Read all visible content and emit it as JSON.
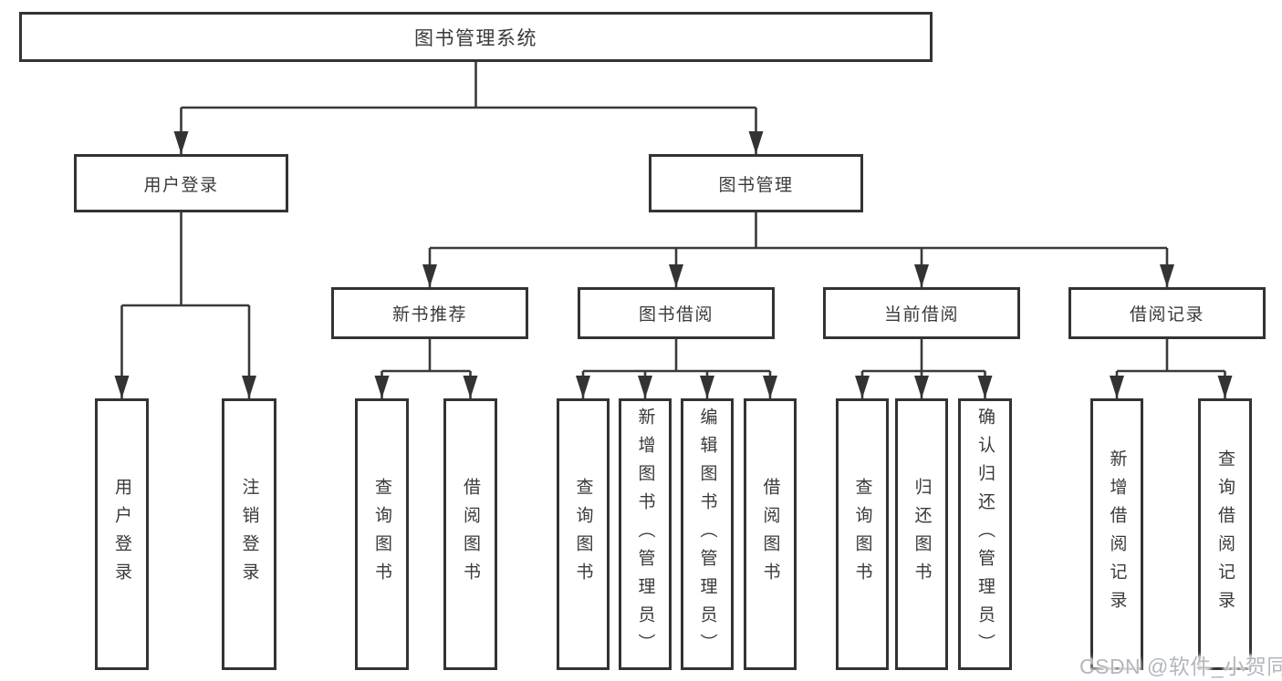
{
  "colors": {
    "background": "#ffffff",
    "box_border": "#333333",
    "connector_line": "#3a3a3a",
    "text": "#3a3a3a",
    "watermark": "#b3b7bb"
  },
  "tree": {
    "root": {
      "label": "图书管理系统"
    },
    "level2": [
      {
        "label": "用户登录"
      },
      {
        "label": "图书管理"
      }
    ],
    "level3": [
      {
        "label": "新书推荐"
      },
      {
        "label": "图书借阅"
      },
      {
        "label": "当前借阅"
      },
      {
        "label": "借阅记录"
      }
    ],
    "leaves": {
      "user_login": [
        {
          "label": "用户登录"
        },
        {
          "label": "注销登录"
        }
      ],
      "new_book_recommend": [
        {
          "label": "查询图书"
        },
        {
          "label": "借阅图书"
        }
      ],
      "book_borrow": [
        {
          "label": "查询图书"
        },
        {
          "label": "新增图书（管理员）"
        },
        {
          "label": "编辑图书（管理员）"
        },
        {
          "label": "借阅图书"
        }
      ],
      "current_borrow": [
        {
          "label": "查询图书"
        },
        {
          "label": "归还图书"
        },
        {
          "label": "确认归还（管理员）"
        }
      ],
      "borrow_record": [
        {
          "label": "新增借阅记录"
        },
        {
          "label": "查询借阅记录"
        }
      ]
    }
  },
  "watermark": {
    "text": "CSDN @软件_小贺同学"
  }
}
